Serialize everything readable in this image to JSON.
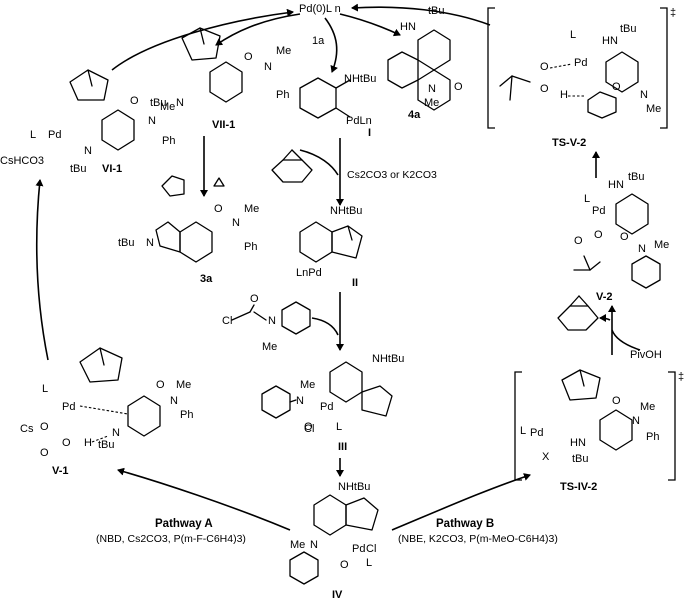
{
  "top": {
    "catalyst": "Pd(0)L n"
  },
  "reagents": {
    "r1a": "1a",
    "base": "Cs2CO3 or K2CO3",
    "pivoh": "PivOH"
  },
  "labels": {
    "nh_tbu": "NHtBu",
    "pdln": "PdLn",
    "lnpd": "LnPd",
    "tbu": "tBu",
    "me": "Me",
    "ph": "Ph",
    "n": "N",
    "o": "O",
    "l": "L",
    "pd": "Pd",
    "cl": "Cl",
    "x": "X",
    "h": "H",
    "hn": "HN",
    "cshco3": "CsHCO3",
    "cs": "Cs",
    "dagger": "‡"
  },
  "compounds": {
    "I": "I",
    "II": "II",
    "III": "III",
    "IV": "IV",
    "v1": "V-1",
    "vi1": "VI-1",
    "vii1": "VII-1",
    "c3a": "3a",
    "c4a": "4a",
    "tsv2": "TS-V-2",
    "v2": "V-2",
    "tsiv2": "TS-IV-2"
  },
  "pathways": {
    "a": {
      "title": "Pathway A",
      "conditions": "(NBD, Cs2CO3, P(m-F-C6H4)3)"
    },
    "b": {
      "title": "Pathway B",
      "conditions": "(NBE, K2CO3, P(m-MeO-C6H4)3)"
    }
  }
}
